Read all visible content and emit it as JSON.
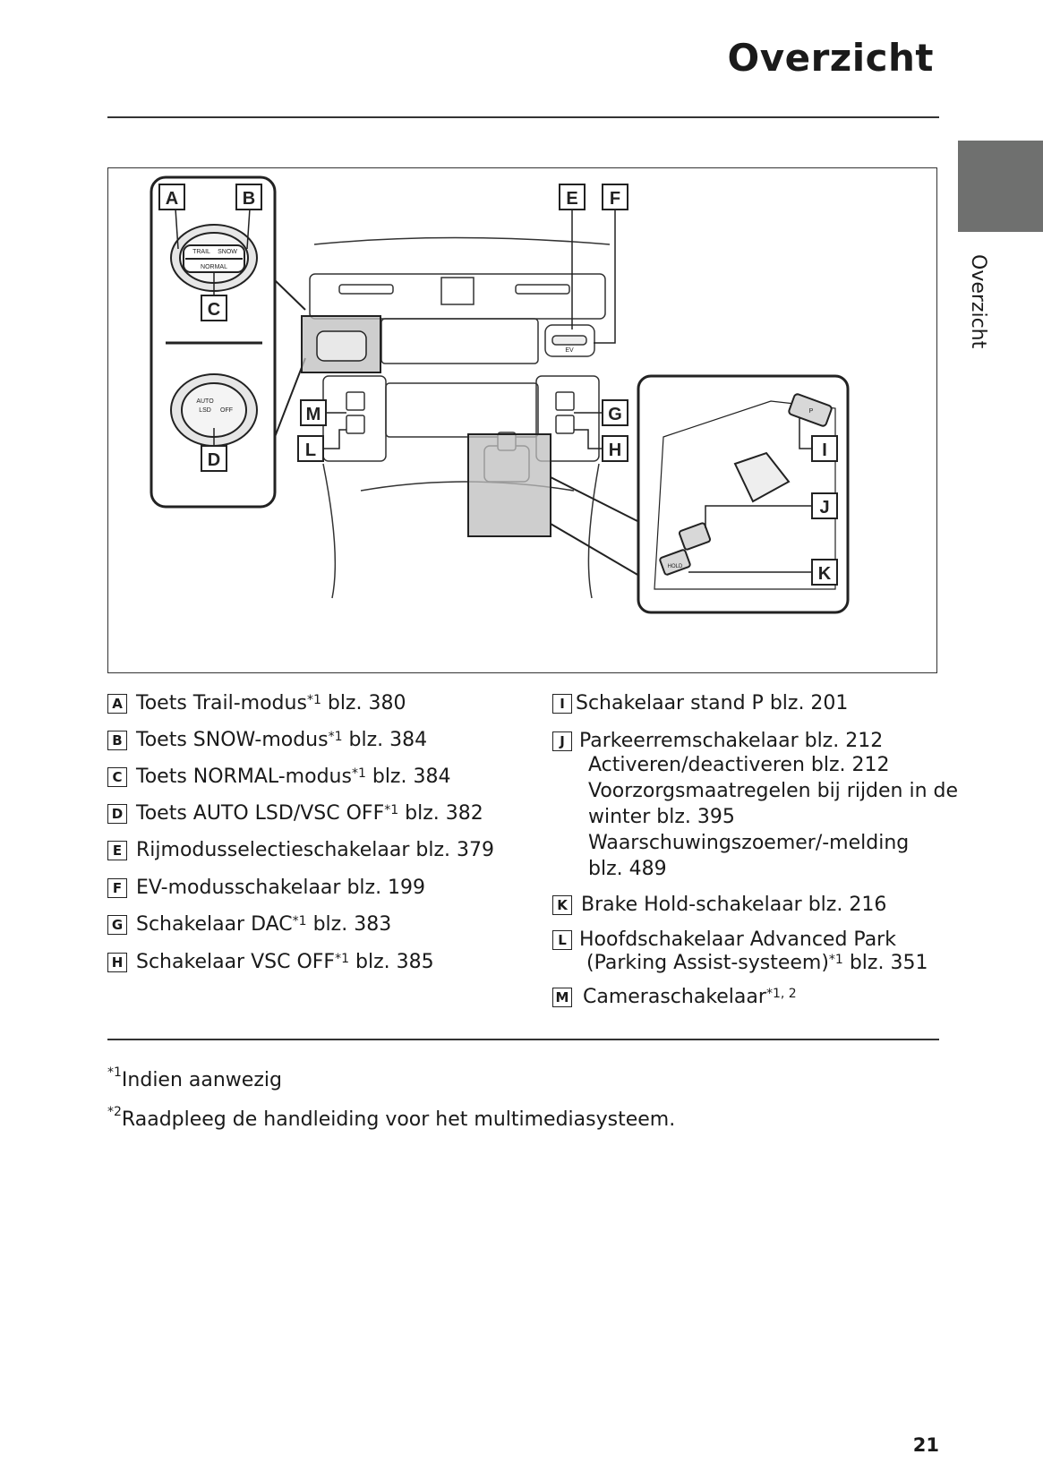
{
  "header": {
    "title": "Overzicht"
  },
  "side_tab": {
    "label": "Overzicht"
  },
  "figure": {
    "callouts": [
      "A",
      "B",
      "C",
      "D",
      "E",
      "F",
      "G",
      "H",
      "I",
      "J",
      "K",
      "L",
      "M"
    ],
    "switch_texts": {
      "trail": "TRAIL",
      "snow": "SNOW",
      "normal": "NORMAL",
      "auto": "AUTO",
      "lsd": "LSD",
      "off": "OFF",
      "ev": "EV",
      "p": "P",
      "hold": "HOLD"
    }
  },
  "legend_left": [
    {
      "letter": "A",
      "text": "Toets Trail-modus",
      "sup": "*1",
      "page": " blz. 380"
    },
    {
      "letter": "B",
      "text": "Toets SNOW-modus",
      "sup": "*1",
      "page": " blz. 384"
    },
    {
      "letter": "C",
      "text": "Toets NORMAL-modus",
      "sup": "*1",
      "page": " blz. 384"
    },
    {
      "letter": "D",
      "text": "Toets AUTO LSD/VSC OFF",
      "sup": "*1",
      "page": " blz. 382"
    },
    {
      "letter": "E",
      "text": "Rijmodusselectieschakelaar blz. 379",
      "sup": "",
      "page": ""
    },
    {
      "letter": "F",
      "text": "EV-modusschakelaar blz. 199",
      "sup": "",
      "page": ""
    },
    {
      "letter": "G",
      "text": "Schakelaar DAC",
      "sup": "*1",
      "page": " blz. 383"
    },
    {
      "letter": "H",
      "text": "Schakelaar VSC OFF",
      "sup": "*1",
      "page": " blz. 385"
    }
  ],
  "legend_right": {
    "I": {
      "letter": "I",
      "text": "Schakelaar stand P blz. 201"
    },
    "J": {
      "letter": "J",
      "text": "Parkeerremschakelaar blz. 212",
      "sub": [
        "Activeren/deactiveren blz. 212",
        "Voorzorgsmaatregelen bij rijden in de",
        "winter blz. 395",
        "Waarschuwingszoemer/-melding",
        "blz. 489"
      ]
    },
    "K": {
      "letter": "K",
      "text": "Brake Hold-schakelaar blz. 216"
    },
    "L": {
      "letter": "L",
      "text": "Hoofdschakelaar Advanced Park",
      "line2": "(Parking Assist-systeem)",
      "sup": "*1",
      "page": " blz. 351"
    },
    "M": {
      "letter": "M",
      "text": "Cameraschakelaar",
      "sup": "*1, 2"
    }
  },
  "footnotes": [
    {
      "mark": "*1",
      "text": "Indien aanwezig"
    },
    {
      "mark": "*2",
      "text": "Raadpleeg de handleiding voor het multimediasysteem."
    }
  ],
  "page_number": "21"
}
